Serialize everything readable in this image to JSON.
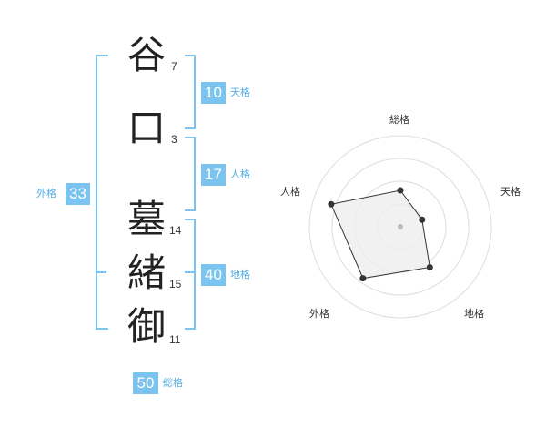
{
  "name": {
    "chars": [
      {
        "char": "谷",
        "strokes": "7"
      },
      {
        "char": "口",
        "strokes": "3"
      },
      {
        "char": "墓",
        "strokes": "14"
      },
      {
        "char": "緒",
        "strokes": "15"
      },
      {
        "char": "御",
        "strokes": "11"
      }
    ]
  },
  "fortunes": {
    "tenkaku": {
      "value": "10",
      "label": "天格"
    },
    "jinkaku": {
      "value": "17",
      "label": "人格"
    },
    "chikaku": {
      "value": "40",
      "label": "地格"
    },
    "gaikaku": {
      "value": "33",
      "label": "外格"
    },
    "soukaku": {
      "value": "50",
      "label": "総格"
    }
  },
  "radar": {
    "axes": [
      "総格",
      "天格",
      "地格",
      "外格",
      "人格"
    ],
    "values": [
      0.4,
      0.25,
      0.55,
      0.7,
      0.8
    ],
    "rings": 4,
    "colors": {
      "ring": "#dddddd",
      "fill": "#eeeeee",
      "line": "#333333",
      "point": "#333333",
      "center": "#bbbbbb"
    }
  }
}
